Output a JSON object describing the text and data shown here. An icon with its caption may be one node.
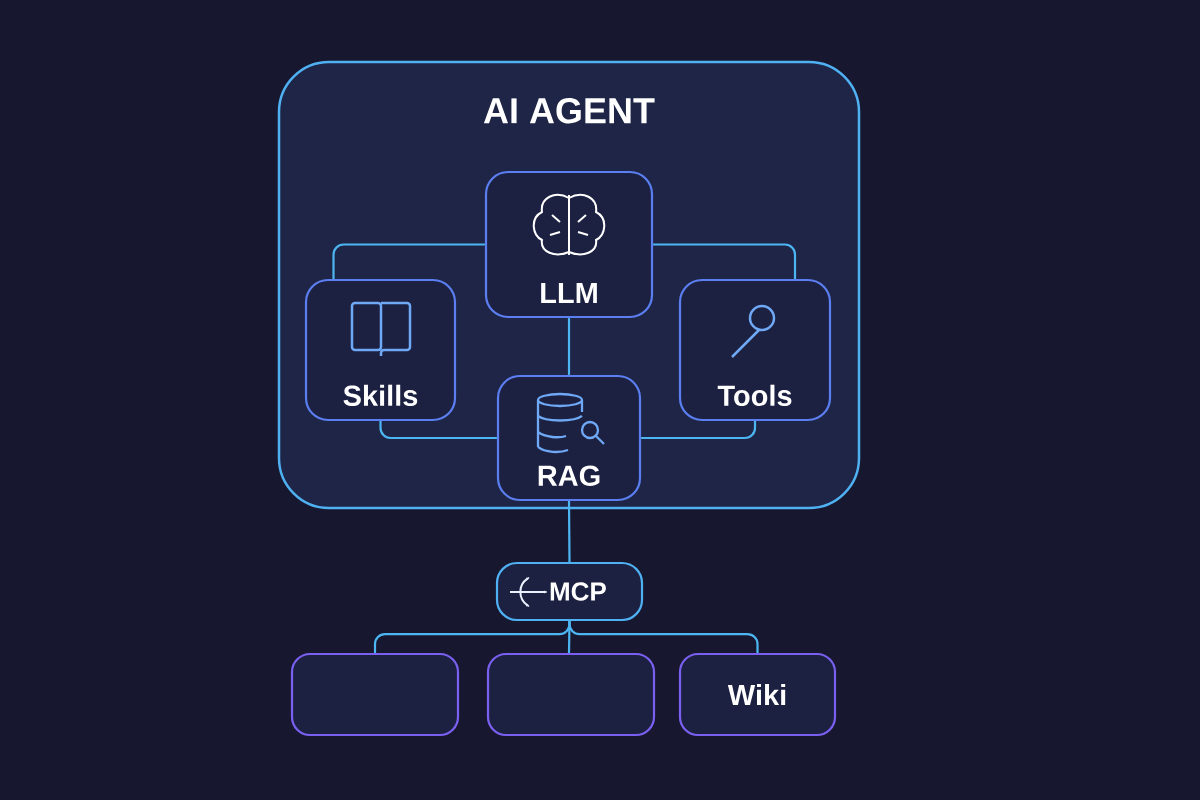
{
  "diagram": {
    "nodes": [
      {
        "text": [
          "AI AGENT"
        ]
      },
      {
        "text": [
          "LLM"
        ],
        "in": 0
      },
      {
        "text": [
          "Skills"
        ],
        "in": 0
      },
      {
        "text": [
          "Tools"
        ],
        "in": 0
      },
      {
        "text": [
          "RAG"
        ],
        "in": 0
      },
      {
        "text": [
          "MCP"
        ]
      },
      {
        "text": [],
        "shape": "box"
      },
      {
        "text": [],
        "shape": "box"
      },
      {
        "text": [
          "Wiki"
        ]
      }
    ],
    "edges": [
      {
        "from": 1,
        "to": 2,
        "arrow": "none"
      },
      {
        "from": 1,
        "to": 3,
        "arrow": "none"
      },
      {
        "from": 1,
        "to": 4,
        "arrow": "none"
      },
      {
        "from": 2,
        "to": 4,
        "arrow": "none"
      },
      {
        "from": 3,
        "to": 4,
        "arrow": "none"
      },
      {
        "from": 4,
        "to": 5,
        "arrow": "none"
      },
      {
        "from": 5,
        "to": 6,
        "arrow": "none"
      },
      {
        "from": 5,
        "to": 7,
        "arrow": "none"
      },
      {
        "from": 5,
        "to": 8,
        "arrow": "none"
      }
    ]
  }
}
